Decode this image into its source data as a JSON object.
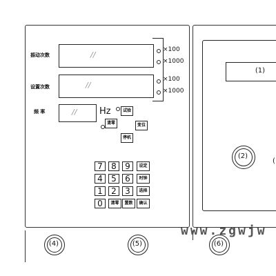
{
  "left_panel": {
    "rows": [
      {
        "label": "振动次数",
        "ranges": [
          "×100",
          "×1000"
        ]
      },
      {
        "label": "设置次数",
        "ranges": [
          "×100",
          "×1000"
        ]
      },
      {
        "label": "频 率",
        "unit": "Hz"
      }
    ],
    "function_buttons": [
      "试验",
      "清零",
      "变位",
      "停机"
    ],
    "keypad": {
      "digit_rows": [
        [
          "7",
          "8",
          "9"
        ],
        [
          "4",
          "5",
          "6"
        ],
        [
          "1",
          "2",
          "3"
        ],
        [
          "0"
        ]
      ],
      "side_keys": [
        "设定",
        "时钟",
        "选择"
      ],
      "bottom_keys": [
        "清零",
        "置数",
        "确认"
      ]
    }
  },
  "right_panel": {
    "display_label": "(1)",
    "knob_label": "(2)",
    "knob_label_partial": "("
  },
  "bottom_row": {
    "knob_labels": [
      "(4)",
      "(5)",
      "(6)"
    ]
  },
  "watermark": "www.zgwjw"
}
